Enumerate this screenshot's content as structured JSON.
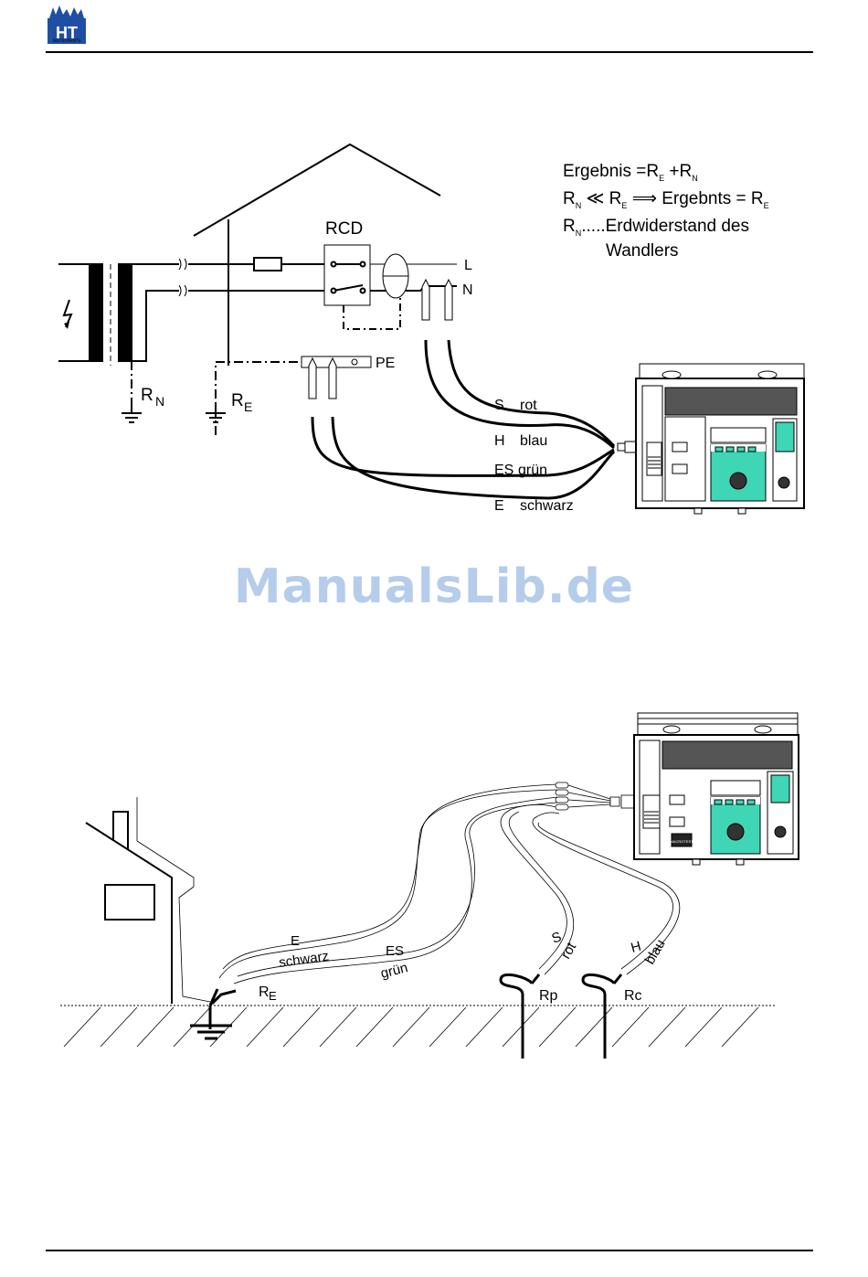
{
  "header": {
    "logo_text": "HT",
    "logo_subtext": "INSTRUMENTS"
  },
  "watermark": "ManualsLib.de",
  "diagram1": {
    "rcd_label": "RCD",
    "line_L": "L",
    "line_N": "N",
    "pe_label": "PE",
    "rn_label_main": "R",
    "rn_label_sub": "N",
    "re_label_main": "R",
    "re_label_sub": "E",
    "formula1_a": "Ergebnis =R",
    "formula1_sub_e": "E",
    "formula1_b": " +R",
    "formula1_sub_n": "N",
    "formula2_a": "R",
    "formula2_sub_n": "N",
    "formula2_b": " ≪ R",
    "formula2_sub_e": "E",
    "formula2_c": " ⟹  Ergebnts = R",
    "formula2_sub_e2": "E",
    "formula3_a": "R",
    "formula3_sub_n": "N",
    "formula3_b": ".....Erdwiderstand des",
    "formula3_c": "Wandlers",
    "cables": [
      {
        "code": "S",
        "color": "rot"
      },
      {
        "code": "H",
        "color": "blau"
      },
      {
        "code": "ES",
        "color": "grün"
      },
      {
        "code": "E",
        "color": "schwarz"
      }
    ]
  },
  "diagram2": {
    "e_code": "E",
    "e_color": "schwarz",
    "es_code": "ES",
    "es_color": "grün",
    "s_code": "S",
    "s_color": "rot",
    "h_code": "H",
    "h_color": "blau",
    "re_main": "R",
    "re_sub": "E",
    "rp_label": "Rp",
    "rc_label": "Rc",
    "instrument_tag": "MACROTEST"
  },
  "colors": {
    "teal": "#3fd6b6",
    "watermark": "#b5cdea",
    "panel": "#d6d6d6"
  }
}
